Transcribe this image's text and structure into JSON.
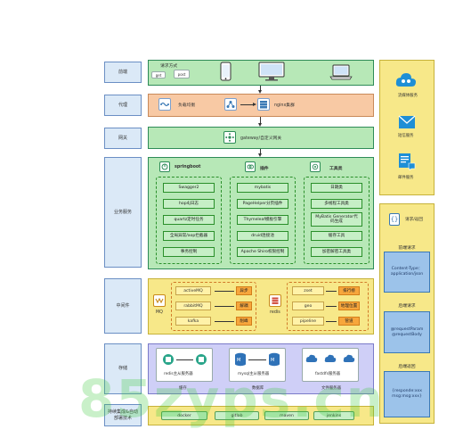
{
  "rows": {
    "frontend": {
      "label": "前端",
      "request_label": "请求方式",
      "get": "get",
      "post": "post"
    },
    "proxy": {
      "label": "代理",
      "lb": "负载均衡",
      "nginx": "nginx集群"
    },
    "gateway": {
      "label": "网关",
      "text": "gateway/自定义网关"
    },
    "business": {
      "label": "业务服务",
      "springboot": {
        "title": "springboot",
        "items": [
          "Swagger2",
          "hop4j日志",
          "quartz定时任务",
          "全局异常/aop拦截器",
          "事务控制"
        ]
      },
      "plugins": {
        "title": "插件",
        "items": [
          "mybatis",
          "PageHelper分页插件",
          "Thymeleaf模板引擎",
          "druid连接池",
          "Apache Shiro权限控制"
        ]
      },
      "tools": {
        "title": "工具类",
        "items": [
          "日期类",
          "多线程工具类",
          "MyBatis Generator代码生成",
          "缓存工具",
          "加密解密工具类"
        ]
      }
    },
    "middleware": {
      "label": "中间件",
      "mq_label": "MQ",
      "mq_items": [
        "activeMQ",
        "rabbitMQ",
        "kafka"
      ],
      "mq_tags": [
        "异步",
        "解耦",
        "削峰"
      ],
      "redis_label": "redis",
      "redis_items": [
        "zset",
        "geo",
        "pipeline"
      ],
      "redis_tags": [
        "排行榜",
        "地理位置",
        "管道"
      ]
    },
    "storage": {
      "label": "存储",
      "cache": {
        "name": "redis主从服务器",
        "caption": "缓存"
      },
      "db": {
        "name": "mysql主从服务器",
        "caption": "数据库"
      },
      "file": {
        "name": "fastdfs服务器",
        "caption": "文件服务器"
      }
    },
    "ci": {
      "label": "持续集成&自动部署技术",
      "items": [
        "docker",
        "gitlab",
        "maven",
        "jenkins"
      ]
    }
  },
  "right_top": {
    "cdn": "流媒体服务",
    "mail": "短信服务",
    "sms": "邮件服务"
  },
  "right_bottom": {
    "header": "请求/返回",
    "sec1_title": "前端请求",
    "sec1_text": "Content-Type：application/json",
    "sec2_title": "后端请求",
    "sec2_text": "@requestParam @requestBody",
    "sec3_title": "后端返回",
    "sec3_text": "{responde:xxx msg:msg:xxx}"
  },
  "watermark": "85zyps.cn"
}
